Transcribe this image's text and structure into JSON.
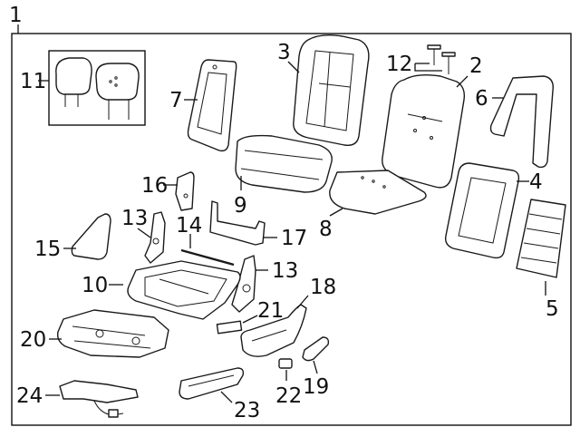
{
  "diagram": {
    "assembly_label": "1",
    "callouts": [
      "2",
      "3",
      "4",
      "5",
      "6",
      "7",
      "8",
      "9",
      "10",
      "11",
      "12",
      "13",
      "13",
      "14",
      "15",
      "16",
      "17",
      "18",
      "19",
      "20",
      "21",
      "22",
      "23",
      "24"
    ]
  }
}
